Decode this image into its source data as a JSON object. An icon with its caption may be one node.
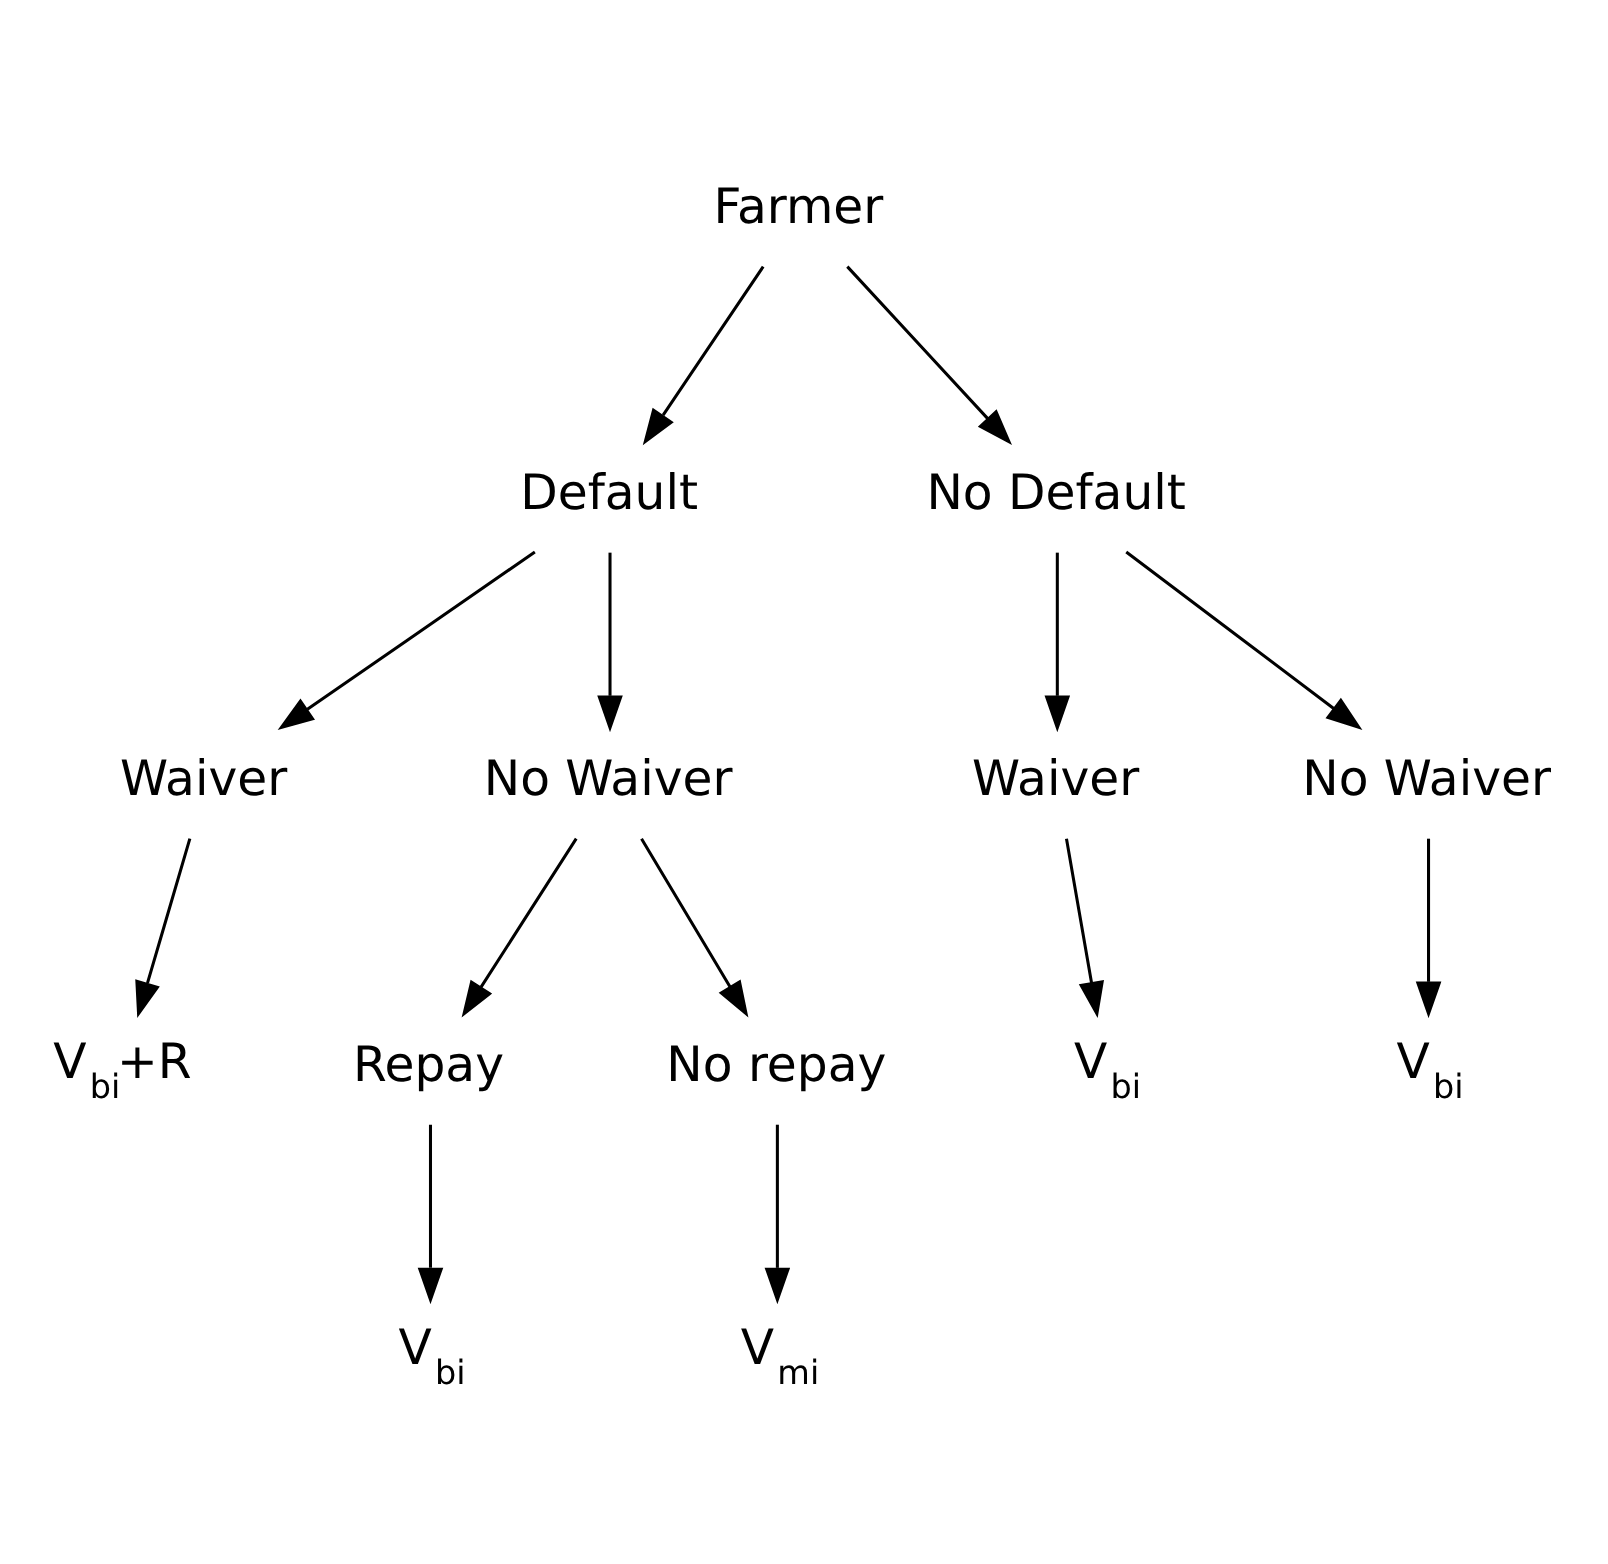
{
  "diagram": {
    "nodes": [
      {
        "text": [
          "Farmer"
        ]
      },
      {
        "text": [
          "Default"
        ]
      },
      {
        "text": [
          "No Default"
        ]
      },
      {
        "text": [
          "Waiver"
        ]
      },
      {
        "text": [
          "No Waiver"
        ]
      },
      {
        "text": [
          "Waiver"
        ]
      },
      {
        "text": [
          "No Waiver"
        ]
      },
      {
        "text": [
          "V$_{bi}$+R"
        ]
      },
      {
        "text": [
          "Repay"
        ]
      },
      {
        "text": [
          "No repay"
        ]
      },
      {
        "text": [
          "V$_{bi}$"
        ]
      },
      {
        "text": [
          "V$_{bi}$"
        ]
      },
      {
        "text": [
          "V$_{bi}$"
        ]
      },
      {
        "text": [
          "V$_{mi}$"
        ]
      }
    ],
    "edges": [
      {
        "from": 0,
        "to": 1,
        "arrow": "to"
      },
      {
        "from": 0,
        "to": 2,
        "arrow": "to"
      },
      {
        "from": 1,
        "to": 3,
        "arrow": "to"
      },
      {
        "from": 1,
        "to": 4,
        "arrow": "to"
      },
      {
        "from": 2,
        "to": 5,
        "arrow": "to"
      },
      {
        "from": 2,
        "to": 6,
        "arrow": "to"
      },
      {
        "from": 3,
        "to": 7,
        "arrow": "to"
      },
      {
        "from": 4,
        "to": 8,
        "arrow": "to"
      },
      {
        "from": 4,
        "to": 9,
        "arrow": "to"
      },
      {
        "from": 5,
        "to": 10,
        "arrow": "to"
      },
      {
        "from": 6,
        "to": 11,
        "arrow": "to"
      },
      {
        "from": 8,
        "to": 12,
        "arrow": "to"
      },
      {
        "from": 9,
        "to": 13,
        "arrow": "to"
      }
    ]
  }
}
